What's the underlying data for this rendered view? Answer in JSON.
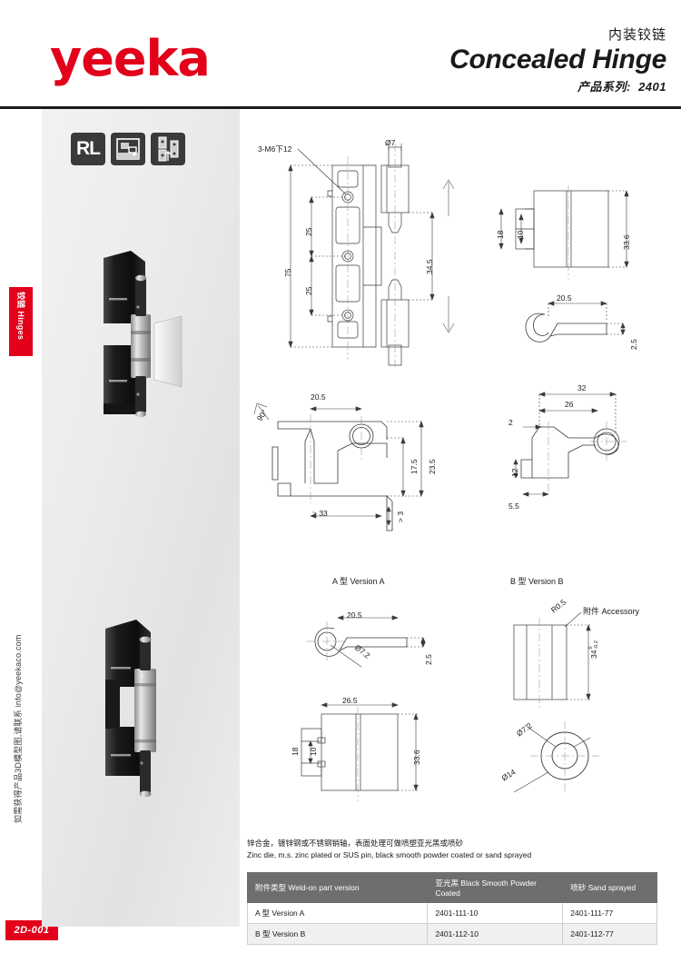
{
  "header": {
    "logo_text": "yeeka",
    "title_cn": "内装铰链",
    "title_en": "Concealed Hinge",
    "series_label": "产品系列:",
    "series_value": "2401"
  },
  "left_rail": {
    "section_tab": "铰链 Hinges",
    "contact_note": "如需获得产品3D模型图,请联系 info@yeekaco.com",
    "page_code": "2D-001",
    "accent_color": "#e2001a"
  },
  "badges": [
    {
      "name": "rl-badge",
      "text": "RL"
    },
    {
      "name": "mounting-badge",
      "text": ""
    },
    {
      "name": "hinge-badge",
      "text": ""
    }
  ],
  "photos": [
    {
      "name": "hinge-with-bracket-photo",
      "caption": ""
    },
    {
      "name": "hinge-body-photo",
      "caption": ""
    }
  ],
  "drawings": {
    "main_view": {
      "callout": "3-M6下12",
      "dims": {
        "overall_height": "75",
        "pitch_top": "25",
        "pitch_bottom": "25",
        "pin_span": "34.5",
        "pin_dia": "Ø7"
      }
    },
    "top_right_view": {
      "dims": {
        "flange": "18",
        "gap": "10",
        "height": "33.6"
      }
    },
    "hook_profile_view": {
      "dims": {
        "reach": "20.5",
        "thickness": "2.5"
      }
    },
    "section_left_view": {
      "dims": {
        "reach": "20.5",
        "inner": "17.5",
        "outer": "23.5",
        "min_width": "> 33",
        "min_gap": "> 3",
        "angle": "90°"
      }
    },
    "section_right_view": {
      "dims": {
        "overall": "32",
        "inner": "26",
        "top_thk": "2",
        "depth": "12",
        "base": "5.5"
      }
    },
    "version_a": {
      "label": "A 型 Version A",
      "dims": {
        "reach": "20.5",
        "thickness": "2.5",
        "bore": "Ø7.2"
      }
    },
    "version_b": {
      "label": "B 型 Version B"
    },
    "version_a_front": {
      "dims": {
        "width": "26.5",
        "gap": "10",
        "flange": "18",
        "height": "33.6"
      }
    },
    "accessory": {
      "label": "附件 Accessory",
      "radius": "R0.5",
      "length": "34",
      "tolerance_upper": "0",
      "tolerance_lower": "-0.2",
      "bore": "Ø7.2",
      "outer_dia": "Ø14"
    }
  },
  "material": {
    "cn": "锌合金，镀锌钢或不锈钢销轴，表面处理可做喷塑亚光黑或喷砂",
    "en": "Zinc die, m.s. zinc plated or SUS pin, black smooth powder coated or  sand sprayed"
  },
  "spec_table": {
    "headers": [
      "附件类型 Weld-on part version",
      "亚光黑 Black Smooth Powder Coated",
      "喷砂 Sand sprayed"
    ],
    "rows": [
      [
        "A 型 Version A",
        "2401-111-10",
        "2401-111-77"
      ],
      [
        "B 型 Version B",
        "2401-112-10",
        "2401-112-77"
      ]
    ]
  }
}
